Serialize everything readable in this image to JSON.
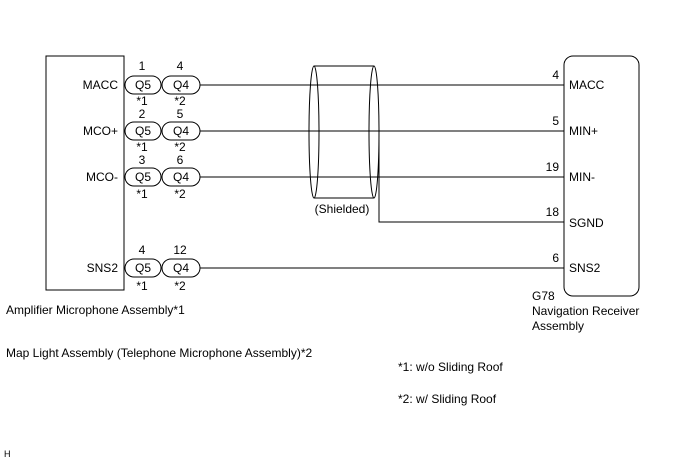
{
  "amplifier": {
    "name": "Amplifier Microphone Assembly*1",
    "pins": [
      {
        "label": "MACC",
        "c1_pin": "1",
        "c1_name": "Q5",
        "c1_note": "*1",
        "c2_pin": "4",
        "c2_name": "Q4",
        "c2_note": "*2"
      },
      {
        "label": "MCO+",
        "c1_pin": "2",
        "c1_name": "Q5",
        "c1_note": "*1",
        "c2_pin": "5",
        "c2_name": "Q4",
        "c2_note": "*2"
      },
      {
        "label": "MCO-",
        "c1_pin": "3",
        "c1_name": "Q5",
        "c1_note": "*1",
        "c2_pin": "6",
        "c2_name": "Q4",
        "c2_note": "*2"
      },
      {
        "label": "SNS2",
        "c1_pin": "4",
        "c1_name": "Q5",
        "c1_note": "*1",
        "c2_pin": "12",
        "c2_name": "Q4",
        "c2_note": "*2"
      }
    ]
  },
  "map_light": {
    "name": "Map Light Assembly (Telephone Microphone Assembly)*2"
  },
  "receiver": {
    "code": "G78",
    "name_line1": "Navigation Receiver",
    "name_line2": "Assembly",
    "pins": [
      {
        "pin": "4",
        "label": "MACC"
      },
      {
        "pin": "5",
        "label": "MIN+"
      },
      {
        "pin": "19",
        "label": "MIN-"
      },
      {
        "pin": "18",
        "label": "SGND"
      },
      {
        "pin": "6",
        "label": "SNS2"
      }
    ]
  },
  "shield": {
    "label": "(Shielded)"
  },
  "notes": {
    "note1": "*1: w/o Sliding Roof",
    "note2": "*2: w/ Sliding Roof"
  },
  "figure_id": "H"
}
